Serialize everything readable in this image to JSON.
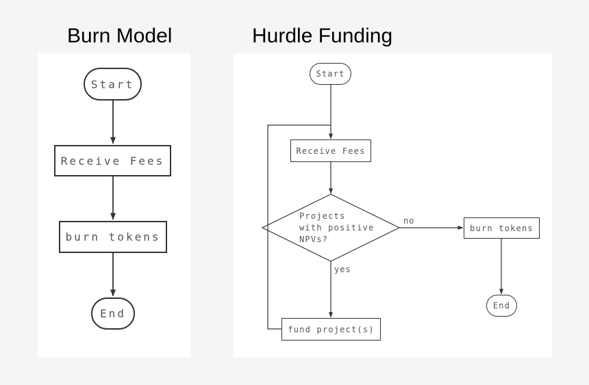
{
  "colors": {
    "page-bg": "#f5f5f5",
    "panel-bg": "#ffffff",
    "line": "#333333",
    "node-border": "#333333",
    "node-text": "#555555",
    "edge-label": "#555555",
    "title": "#000000"
  },
  "burn_model": {
    "title": "Burn Model",
    "nodes": {
      "start": "Start",
      "receive_fees": "Receive Fees",
      "burn_tokens": "burn tokens",
      "end": "End"
    }
  },
  "hurdle_funding": {
    "title": "Hurdle Funding",
    "nodes": {
      "start": "Start",
      "receive_fees": "Receive Fees",
      "decision": "Projects\nwith positive\nNPVs?",
      "burn_tokens": "burn tokens",
      "fund_projects": "fund project(s)",
      "end": "End"
    },
    "edge_labels": {
      "no": "no",
      "yes": "yes"
    }
  }
}
